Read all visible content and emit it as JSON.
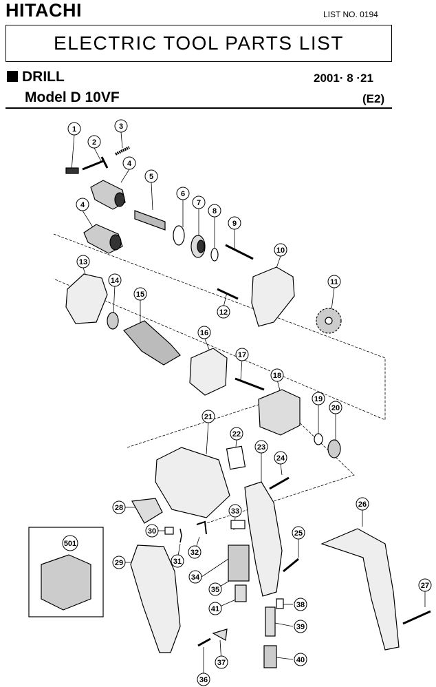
{
  "header": {
    "brand": "HITACHI",
    "list_no": "LIST NO.  0194",
    "title": "ELECTRIC  TOOL  PARTS  LIST",
    "product": "DRILL",
    "date": "2001· 8 ·21",
    "model": "Model  D 10VF",
    "region": "(E2)"
  },
  "callouts": [
    "1",
    "2",
    "3",
    "4",
    "4",
    "5",
    "6",
    "7",
    "8",
    "9",
    "10",
    "11",
    "12",
    "13",
    "14",
    "15",
    "16",
    "17",
    "18",
    "19",
    "20",
    "21",
    "22",
    "23",
    "24",
    "25",
    "26",
    "27",
    "28",
    "29",
    "30",
    "31",
    "32",
    "33",
    "34",
    "35",
    "36",
    "37",
    "38",
    "39",
    "40",
    "41",
    "501"
  ]
}
